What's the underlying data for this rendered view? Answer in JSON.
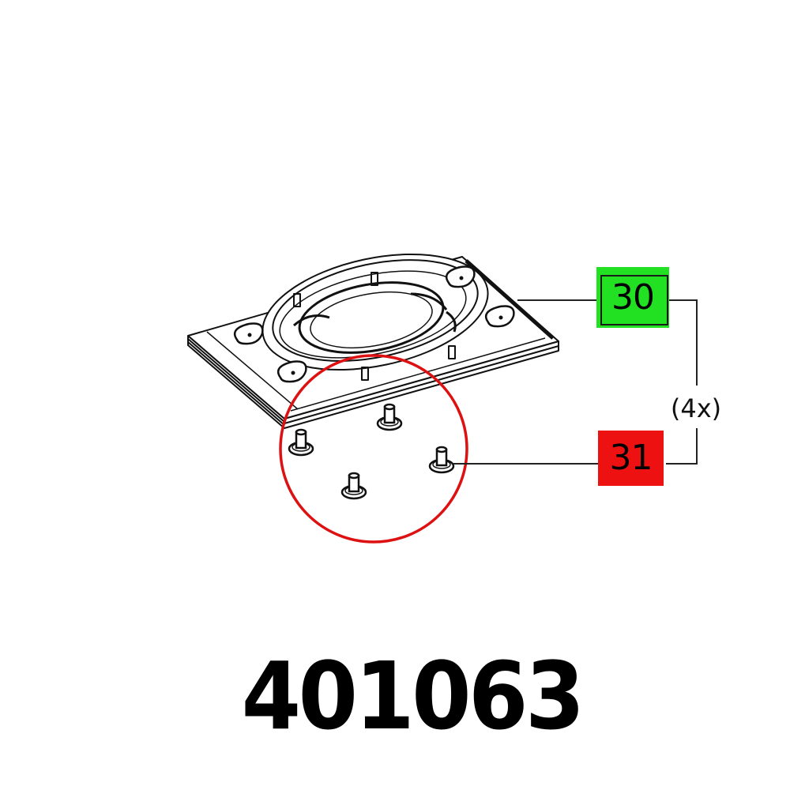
{
  "diagram": {
    "type": "exploded-parts-view",
    "part_number": "401063",
    "callouts": [
      {
        "id": "30",
        "label": "30",
        "color": "#22e022",
        "target": "base-plate"
      },
      {
        "id": "31",
        "label": "31",
        "color": "#ee1111",
        "target": "pins"
      }
    ],
    "quantity_label": "(4x)",
    "highlight_circle_color": "#dd1111",
    "pin_count": 4
  }
}
